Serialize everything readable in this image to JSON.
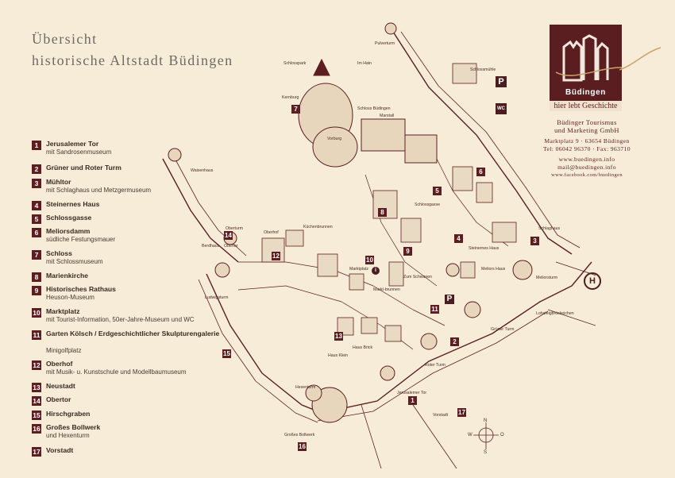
{
  "title": {
    "line1": "Übersicht",
    "line2": "historische Altstadt Büdingen"
  },
  "legend": [
    {
      "num": "1",
      "title": "Jerusalemer Tor",
      "sub": "mit Sandrosenmuseum"
    },
    {
      "num": "2",
      "title": "Grüner und Roter Turm",
      "sub": ""
    },
    {
      "num": "3",
      "title": "Mühltor",
      "sub": "mit Schlaghaus und Metzgermuseum"
    },
    {
      "num": "4",
      "title": "Steinernes Haus",
      "sub": ""
    },
    {
      "num": "5",
      "title": "Schlossgasse",
      "sub": ""
    },
    {
      "num": "6",
      "title": "Meliorsdamm",
      "sub": "südliche Festungsmauer"
    },
    {
      "num": "7",
      "title": "Schloss",
      "sub": "mit Schlossmuseum"
    },
    {
      "num": "8",
      "title": "Marienkirche",
      "sub": ""
    },
    {
      "num": "9",
      "title": "Historisches Rathaus",
      "sub": "Heuson-Museum"
    },
    {
      "num": "10",
      "title": "Marktplatz",
      "sub": "mit Tourist-Information, 50er-Jahre-Museum und WC"
    },
    {
      "num": "11",
      "title": "Garten Kölsch / Erdgeschichtlicher Skulpturengalerie",
      "sub": "Minigolfplatz"
    },
    {
      "num": "12",
      "title": "Oberhof",
      "sub": "mit Musik- u. Kunstschule und Modellbaumuseum"
    },
    {
      "num": "13",
      "title": "Neustadt",
      "sub": ""
    },
    {
      "num": "14",
      "title": "Obertor",
      "sub": ""
    },
    {
      "num": "15",
      "title": "Hirschgraben",
      "sub": ""
    },
    {
      "num": "16",
      "title": "Großes Bollwerk",
      "sub": "und Hexenturm"
    },
    {
      "num": "17",
      "title": "Vorstadt",
      "sub": ""
    }
  ],
  "logo": {
    "name": "Büdingen",
    "slogan": "hier lebt Geschichte"
  },
  "contact": {
    "line1": "Büdinger Tourismus",
    "line2": "und Marketing GmbH",
    "line3": "Marktplatz 9 · 63654 Büdingen",
    "line4": "Tel: 06042 96370 · Fax: 963710",
    "line5": "www.buedingen.info",
    "line6": "mail@buedingen.info",
    "line7": "www.facebook.com/buedingen"
  },
  "map": {
    "labels": {
      "schlosspark": "Schlosspark",
      "imhain": "Im Hain",
      "pulverturm": "Pulverturm",
      "kernburg": "Kernburg",
      "schlossbuedingen": "Schloss Büdingen",
      "marstall": "Marstall",
      "vorburg": "Vorburg",
      "waisenhaus": "Waisenhaus",
      "schlossmuehle": "Schlossmühle",
      "schlaghaus": "Schlaghaus",
      "meliorsturm": "Meliorsturm",
      "meliorshaus": "Meliors Haus",
      "gruenerturm": "Grüner Turm",
      "roterturm": "Roter Turm",
      "jerusalemertor": "Jerusalemer Tor",
      "vorstadt": "Vorstadt",
      "grossesbollwerk": "Großes Bollwerk",
      "hexenturm": "Hexenturm",
      "ludwigsturm": "Ludwigsturm",
      "oberturm": "Oberturm",
      "obertor": "Obertor",
      "oberhof": "Oberhof",
      "berdhaus": "Berdhaus",
      "marktplatz": "Marktplatz",
      "marktbrunnen": "Markt-brunnen",
      "zumschwanen": "Zum Schwanen",
      "schlossgasse": "Schlossgasse",
      "kuechenbrunnen": "Küchenbrunnen",
      "steinerneshaus": "Steinernes Haus",
      "hausbrick": "Haus Brick",
      "hausklein": "Haus Klein",
      "lohsteg": "Lohsteigbrückeichen"
    },
    "compass": {
      "n": "N",
      "e": "O",
      "s": "S",
      "w": "W"
    },
    "parking": "P",
    "wc": "WC",
    "bus": "H",
    "info": "i"
  },
  "map_numbers": [
    "1",
    "2",
    "3",
    "4",
    "5",
    "6",
    "7",
    "8",
    "9",
    "10",
    "11",
    "12",
    "13",
    "14",
    "15",
    "16",
    "17"
  ]
}
